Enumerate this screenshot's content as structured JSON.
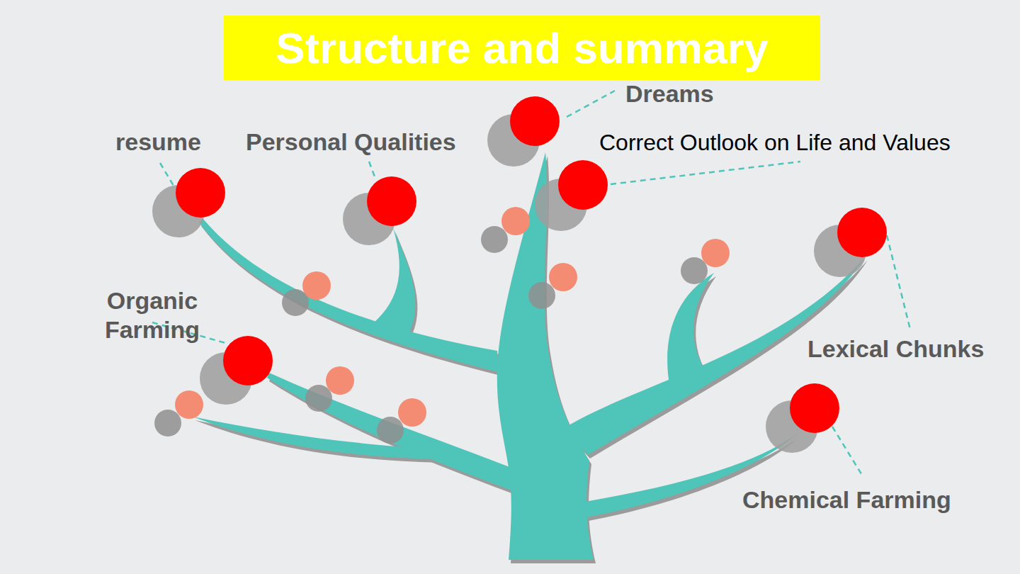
{
  "diagram": {
    "title": "Structure and summary",
    "nodes": [
      {
        "text": [
          "Dreams"
        ]
      },
      {
        "text": [
          "resume"
        ]
      },
      {
        "text": [
          "Personal Qualities"
        ]
      },
      {
        "text": [
          "Correct Outlook on Life and Values"
        ]
      },
      {
        "text": [
          "Lexical Chunks"
        ]
      },
      {
        "text": [
          "Organic Farming"
        ]
      },
      {
        "text": [
          "Chemical Farming"
        ]
      }
    ]
  }
}
